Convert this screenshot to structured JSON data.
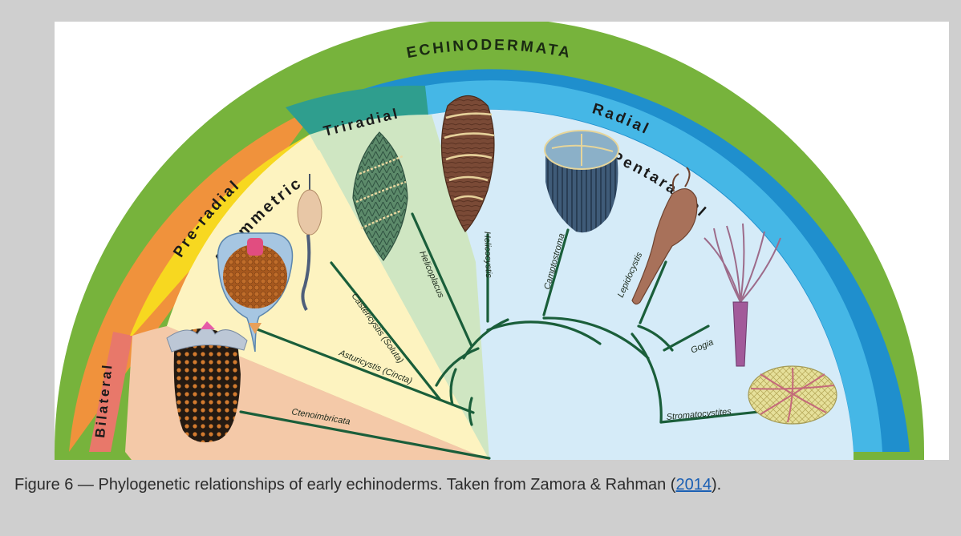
{
  "labels": {
    "echinodermata": "ECHINODERMATA",
    "pre_radial": "Pre-radial",
    "radial": "Radial",
    "bilateral": "Bilateral",
    "asymmetric": "Asymmetric",
    "triradial": "Triradial",
    "pentaradial": "Pentaradial"
  },
  "taxa": {
    "ctenoimbricata": "Ctenoimbricata",
    "asturicystis": "Asturicystis (Cincta)",
    "castericystis": "Castericystis (Soluta)",
    "helicoplacus": "Helicoplacus",
    "helicocystis": "Helicocystis",
    "camptostroma": "Camptostroma",
    "lepidocystis": "Lepidocystis",
    "gogia": "Gogia",
    "stromatocystites": "Stromatocystites"
  },
  "caption": {
    "text": "Figure 6 — Phylogenetic relationships of early echinoderms. Taken from Zamora & Rahman (",
    "link": "2014",
    "end": ")."
  },
  "colors": {
    "echinodermata": "#77b33c",
    "pre_radial": "#f0923c",
    "asymmetric": "#f7d820",
    "bilateral": "#e8786a",
    "triradial": "#2f9e8e",
    "radial": "#1f8fcd",
    "pentaradial": "#45b7e6",
    "tree": "#1a5e3a"
  }
}
